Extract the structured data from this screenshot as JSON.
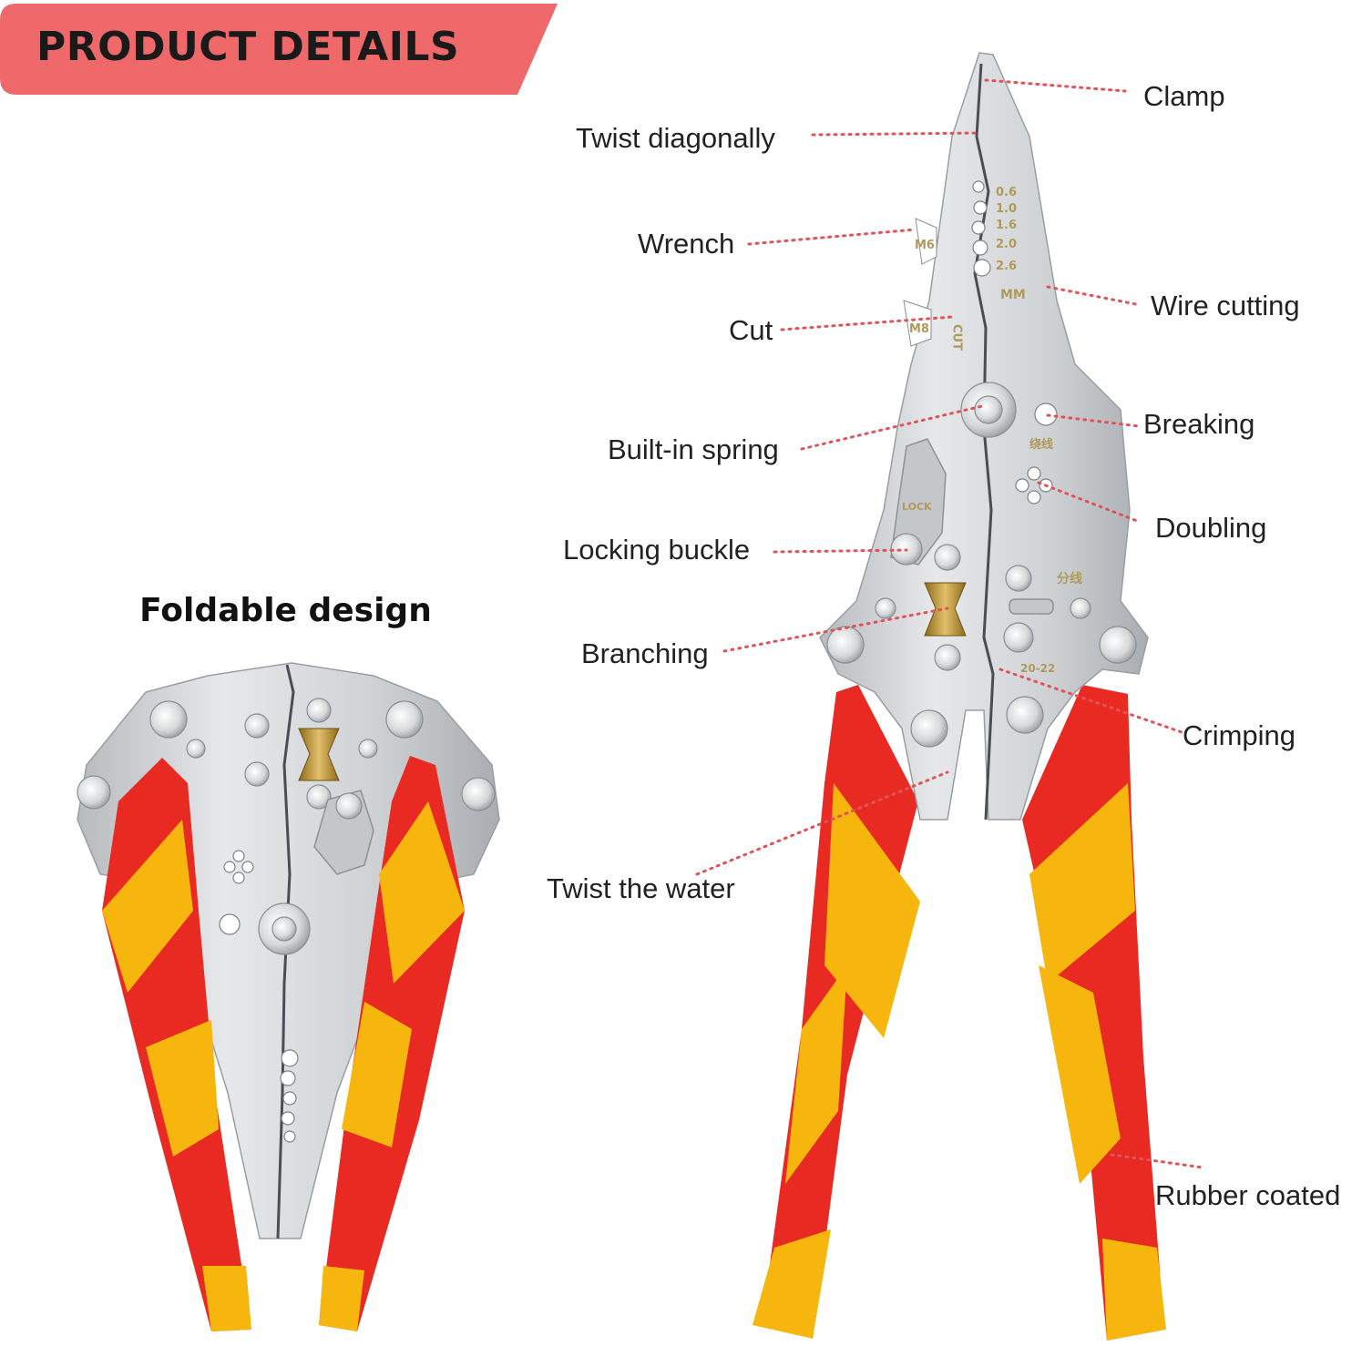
{
  "header": {
    "title": "PRODUCT DETAILS",
    "color": "#f0696a"
  },
  "fold": {
    "title": "Foldable design"
  },
  "colors": {
    "handle_red": "#e82a22",
    "handle_yellow": "#f6b60d",
    "steel": "#d4d6d8",
    "leader": "#e05358",
    "brass": "#b9902f"
  },
  "callouts": [
    {
      "id": "clamp",
      "label": "Clamp"
    },
    {
      "id": "twist-diagonally",
      "label": "Twist diagonally"
    },
    {
      "id": "wrench",
      "label": "Wrench"
    },
    {
      "id": "wire-cutting",
      "label": "Wire cutting"
    },
    {
      "id": "cut",
      "label": "Cut"
    },
    {
      "id": "built-in-spring",
      "label": "Built-in spring"
    },
    {
      "id": "breaking",
      "label": "Breaking"
    },
    {
      "id": "doubling",
      "label": "Doubling"
    },
    {
      "id": "locking-buckle",
      "label": "Locking buckle"
    },
    {
      "id": "branching",
      "label": "Branching"
    },
    {
      "id": "crimping",
      "label": "Crimping"
    },
    {
      "id": "twist-the-water",
      "label": "Twist the water"
    },
    {
      "id": "rubber-coated",
      "label": "Rubber coated"
    }
  ],
  "engravings": {
    "sizes": [
      "0.6",
      "1.0",
      "1.6",
      "2.0",
      "2.6"
    ],
    "unit": "MM",
    "m6": "M6",
    "m8": "M8",
    "cut": "CUT",
    "lock": "LOCK",
    "crimp_range": "20-22",
    "branch_cn": "分线",
    "twist_cn": "绕线"
  }
}
